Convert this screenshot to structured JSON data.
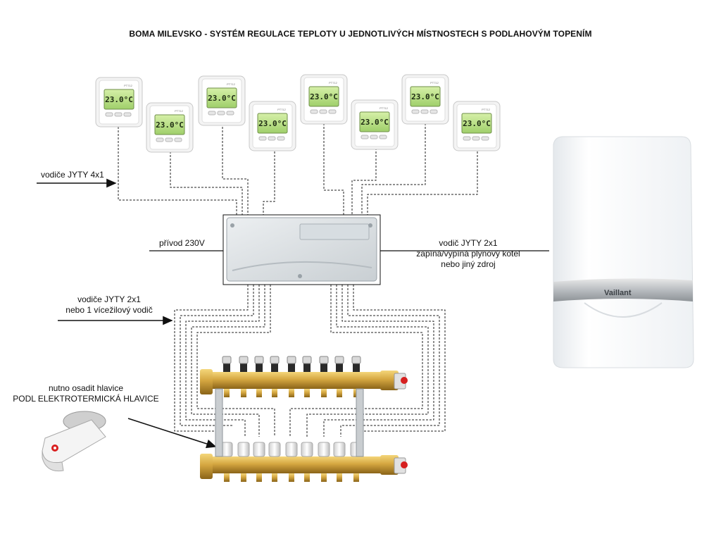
{
  "title": "BOMA MILEVSKO - SYSTÉM REGULACE TEPLOTY U JEDNOTLIVÝCH MÍSTNOSTECH S PODLAHOVÝM TOPENÍM",
  "thermostats": {
    "display_text": "23.0°C",
    "brand_text": "PT712",
    "count": 8
  },
  "labels": {
    "wires_4x1": "vodiče JYTY 4x1",
    "power_230v": "přívod 230V",
    "boiler_wire_line1": "vodič JYTY 2x1",
    "boiler_wire_line2": "zapíná/vypíná plynový kotel",
    "boiler_wire_line3": "nebo jiný zdroj",
    "wires_2x1_line1": "vodiče JYTY 2x1",
    "wires_2x1_line2": "nebo 1 vícežilový vodič",
    "heads_line1": "nutno osadit hlavice",
    "heads_line2": "PODL ELEKTROTERMICKÁ HLAVICE"
  },
  "boiler": {
    "brand": "Vaillant"
  },
  "colors": {
    "thermostat_frame": "#f2f2f2",
    "lcd": "#b8e08a",
    "brass": "#d4a640",
    "boiler_body": "#f7f8fa",
    "wire": "#222222"
  }
}
